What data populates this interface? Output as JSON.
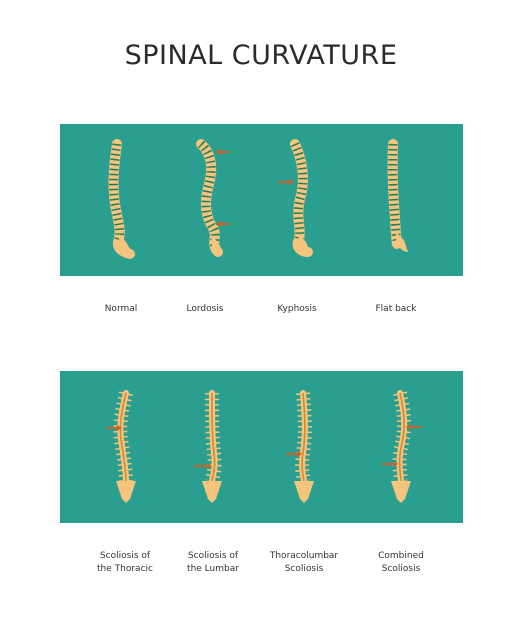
{
  "title": "SPINAL CURVATURE",
  "colors": {
    "panel": "#2a9f90",
    "bone": "#f5c57d",
    "disc": "#1f7b5e",
    "arrow": "#c8622f",
    "spinal_cord": "#d7882f"
  },
  "row1": [
    {
      "label": "Normal"
    },
    {
      "label": "Lordosis"
    },
    {
      "label": "Kyphosis"
    },
    {
      "label": "Flat back"
    }
  ],
  "row2": [
    {
      "label_line1": "Scoliosis of",
      "label_line2": "the Thoracic"
    },
    {
      "label_line1": "Scoliosis of",
      "label_line2": "the Lumbar"
    },
    {
      "label_line1": "Thoracolumbar",
      "label_line2": "Scoliosis"
    },
    {
      "label_line1": "Combined",
      "label_line2": "Scoliosis"
    }
  ]
}
